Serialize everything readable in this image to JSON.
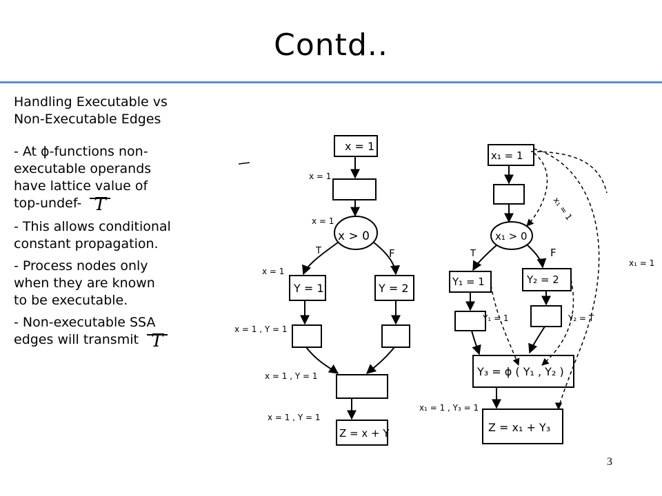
{
  "title": "Contd..",
  "left_text": {
    "heading_line1": "Handling Executable vs",
    "heading_line2": "Non-Executable Edges",
    "bullet1": "- At ϕ-functions non-\nexecutable operands\nhave lattice value of\ntop-undef-",
    "bullet2": "- This allows conditional\nconstant propagation.",
    "bullet3": "- Process nodes only\nwhen they are known\nto be executable.",
    "bullet4": "- Non-executable SSA\nedges will transmit",
    "top_symbol": "T"
  },
  "left_graph": {
    "n1": "x = 1",
    "n3": "x > 0",
    "n4": "Y = 1",
    "n5": "Y = 2",
    "n9": "Z = x + Y",
    "e1": "x = 1",
    "e2": "x = 1",
    "branch_t": "T",
    "branch_f": "F",
    "e3": "x = 1",
    "e4": "x = 1 , Y = 1",
    "e5": "x = 1 , Y = 1",
    "e6": "x = 1 , Y = 1"
  },
  "right_graph": {
    "n1": "x₁ = 1",
    "n3": "x₁ > 0",
    "n4": "Y₁ = 1",
    "n5": "Y₂ = 2",
    "n8": "Y₃ = ϕ ( Y₁ , Y₂ )",
    "n9": "Z = x₁ + Y₃",
    "branch_t": "T",
    "branch_f": "F",
    "ssa1": "x₁ = 1",
    "ssa2": "x₁ = 1",
    "ssa3": "Y₁ = 1",
    "ssa4": "Y₂ = T",
    "e_bottom": "x₁ = 1 , Y₃ = 1"
  },
  "page_number": "3",
  "colors": {
    "title_rule": "#5a8fd6"
  }
}
